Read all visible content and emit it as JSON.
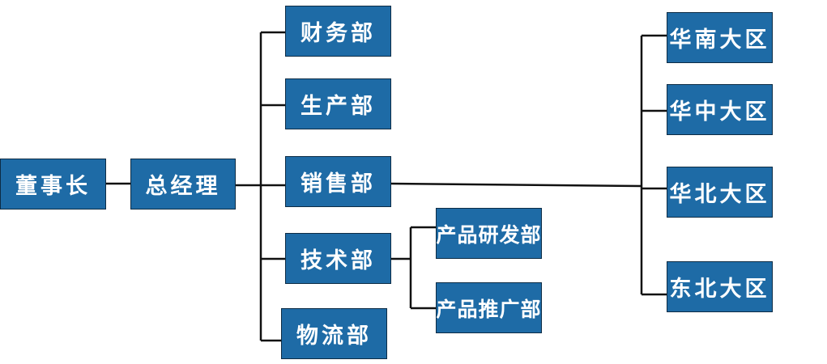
{
  "nodes": {
    "chairman": "董事长",
    "general_manager": "总经理",
    "finance": "财务部",
    "production": "生产部",
    "sales": "销售部",
    "technology": "技术部",
    "logistics": "物流部",
    "product_rd": "产品研发部",
    "product_promotion": "产品推广部",
    "south_china": "华南大区",
    "central_china": "华中大区",
    "north_china": "华北大区",
    "northeast": "东北大区"
  },
  "colors": {
    "box_fill": "#1e6ba6",
    "box_border": "#0d2c45",
    "line": "#111111",
    "text": "#ffffff"
  }
}
